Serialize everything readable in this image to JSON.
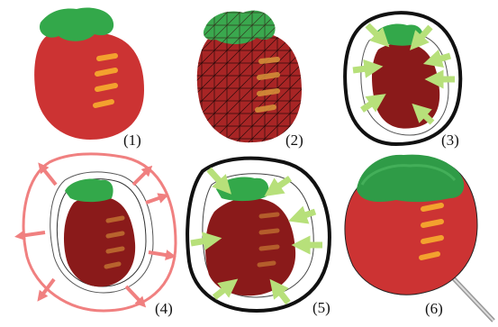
{
  "figure": {
    "panels": [
      {
        "label": "(1)",
        "description": "flat strawberry drawing"
      },
      {
        "label": "(2)",
        "description": "triangulated mesh"
      },
      {
        "label": "(3)",
        "description": "inflated shape with inward arrows and outline"
      },
      {
        "label": "(4)",
        "description": "expansion arrows with pink cage"
      },
      {
        "label": "(5)",
        "description": "inward arrows with black outline"
      },
      {
        "label": "(6)",
        "description": "final inflated strawberry on stick"
      }
    ],
    "colors": {
      "body": "#cc3333",
      "body_dark": "#8a1a1a",
      "leaf": "#33a84a",
      "seed": "#f3a12e",
      "arrow_green": "#b7e07a",
      "arrow_pink": "#f08080",
      "outline": "#111111"
    }
  }
}
